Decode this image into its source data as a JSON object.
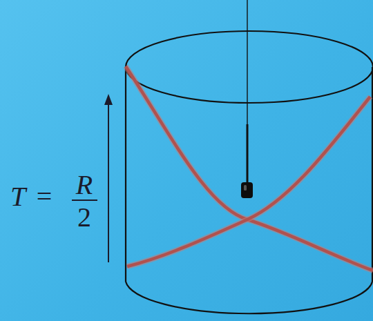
{
  "diagram": {
    "labels": [
      "T",
      "=",
      "R",
      "2"
    ]
  }
}
